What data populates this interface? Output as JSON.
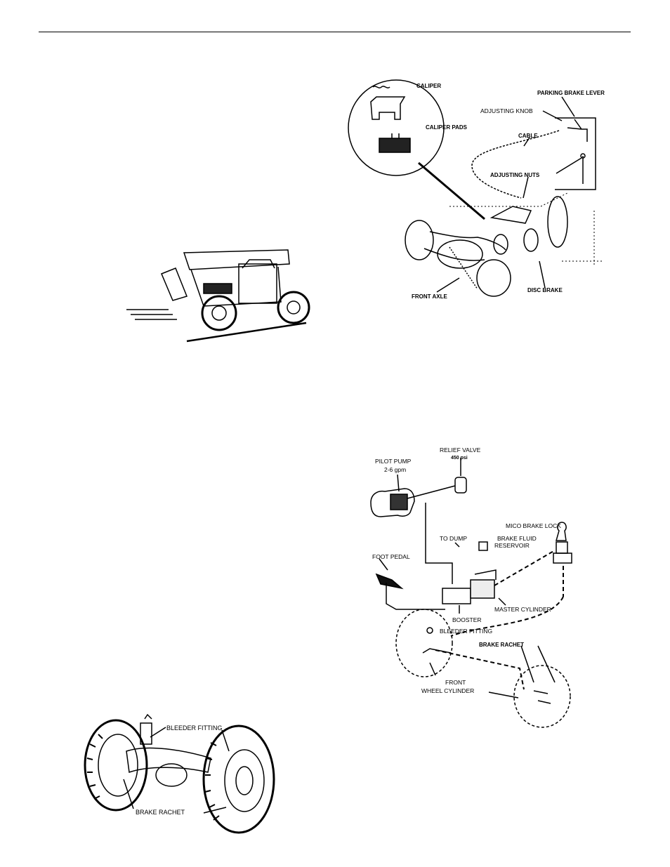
{
  "disc_brake_figure": {
    "caliper": "CALIPER",
    "caliper_pads": "CALIPER PADS",
    "parking_brake_lever": "PARKING BRAKE LEVER",
    "adjusting_knob": "ADJUSTING KNOB",
    "cable": "CABLE",
    "adjusting_nuts": "ADJUSTING NUTS",
    "front_axle": "FRONT AXLE",
    "disc_brake": "DISC BRAKE"
  },
  "hydraulic_figure": {
    "relief_valve": "RELIEF VALVE",
    "relief_valve_pressure": "450 psi",
    "pilot_pump": "PILOT PUMP",
    "pilot_pump_flow": "2-6 gpm",
    "mico_brake_lock": "MICO BRAKE LOCK",
    "to_dump": "TO DUMP",
    "brake_fluid": "BRAKE FLUID",
    "reservoir": "RESERVOIR",
    "foot_pedal": "FOOT PEDAL",
    "master_cylinder": "MASTER CYLINDER",
    "booster": "BOOSTER",
    "bleeder_fitting": "BLEEDER FITTING",
    "brake_rachet": "BRAKE RACHET",
    "front": "FRONT",
    "wheel_cylinder": "WHEEL CYLINDER"
  },
  "axle_figure": {
    "bleeder_fitting": "BLEEDER FITTING",
    "brake_rachet": "BRAKE RACHET"
  }
}
